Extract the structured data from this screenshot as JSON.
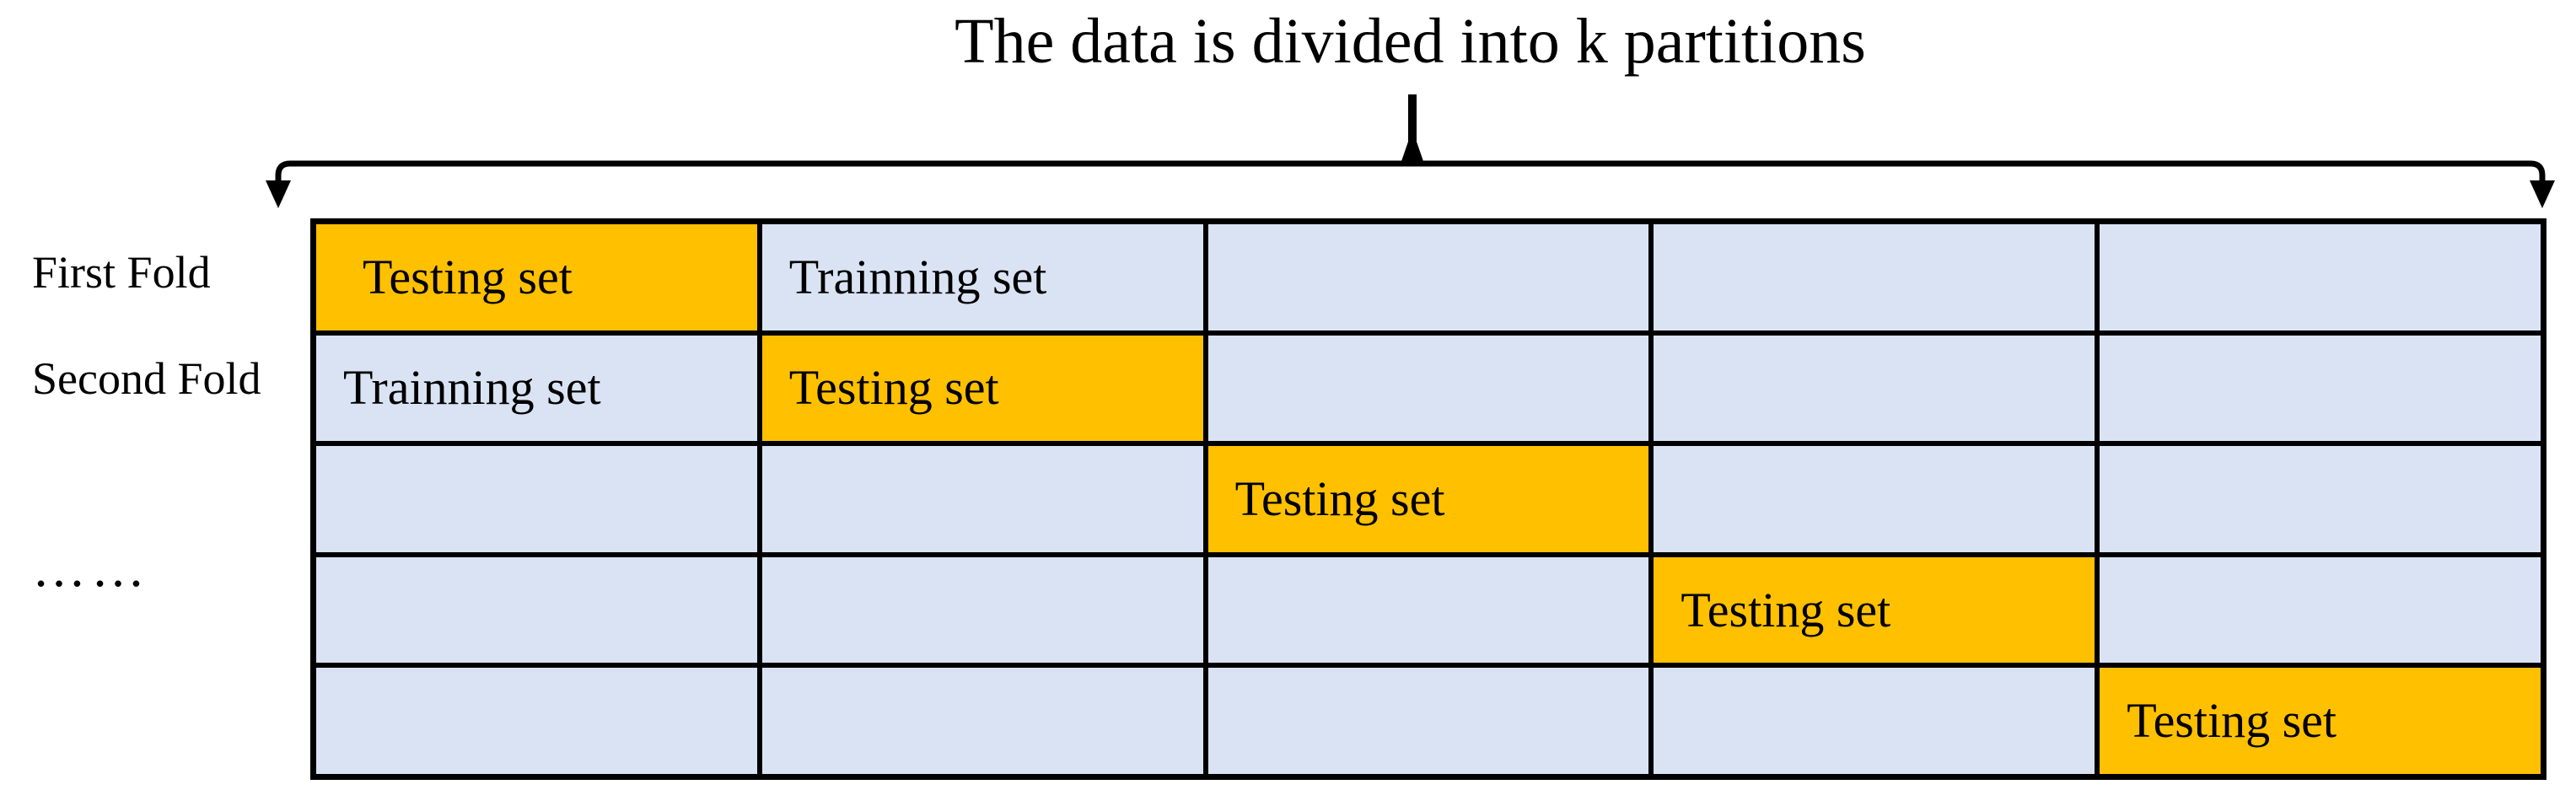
{
  "title": "The data is divided into k partitions",
  "row_labels": {
    "first": "First Fold",
    "second": "Second Fold",
    "ellipsis": "……"
  },
  "cell_labels": {
    "testing": "Testing set",
    "training": "Trainning set"
  },
  "grid": {
    "rows": 5,
    "cols": 5,
    "cells": [
      [
        {
          "text": "Testing set",
          "fill": "orange"
        },
        {
          "text": "Trainning set",
          "fill": "blue"
        },
        {
          "text": "",
          "fill": "blue"
        },
        {
          "text": "",
          "fill": "blue"
        },
        {
          "text": "",
          "fill": "blue"
        }
      ],
      [
        {
          "text": "Trainning set",
          "fill": "blue"
        },
        {
          "text": "Testing set",
          "fill": "orange"
        },
        {
          "text": "",
          "fill": "blue"
        },
        {
          "text": "",
          "fill": "blue"
        },
        {
          "text": "",
          "fill": "blue"
        }
      ],
      [
        {
          "text": "",
          "fill": "blue"
        },
        {
          "text": "",
          "fill": "blue"
        },
        {
          "text": "Testing set",
          "fill": "orange"
        },
        {
          "text": "",
          "fill": "blue"
        },
        {
          "text": "",
          "fill": "blue"
        }
      ],
      [
        {
          "text": "",
          "fill": "blue"
        },
        {
          "text": "",
          "fill": "blue"
        },
        {
          "text": "",
          "fill": "blue"
        },
        {
          "text": "Testing set",
          "fill": "orange"
        },
        {
          "text": "",
          "fill": "blue"
        }
      ],
      [
        {
          "text": "",
          "fill": "blue"
        },
        {
          "text": "",
          "fill": "blue"
        },
        {
          "text": "",
          "fill": "blue"
        },
        {
          "text": "",
          "fill": "blue"
        },
        {
          "text": "Testing set",
          "fill": "orange"
        }
      ]
    ]
  },
  "colors": {
    "highlight": "#FFC000",
    "cell": "#DAE3F3",
    "border": "#000000",
    "text": "#000000"
  }
}
